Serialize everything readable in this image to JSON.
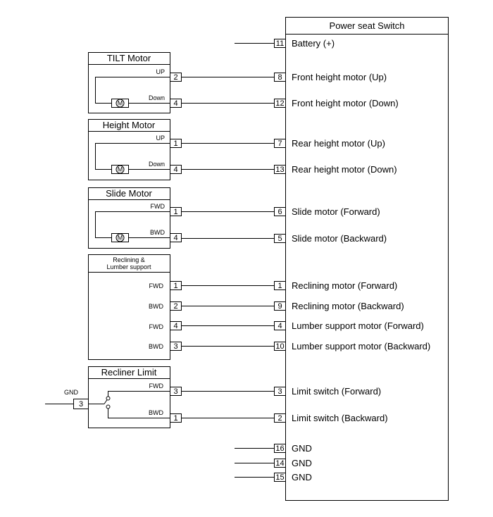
{
  "switch": {
    "title": "Power seat Switch",
    "pins": [
      {
        "pin": "11",
        "label": "Battery (+)"
      },
      {
        "pin": "8",
        "label": "Front height motor (Up)"
      },
      {
        "pin": "12",
        "label": "Front height motor (Down)"
      },
      {
        "pin": "7",
        "label": "Rear height motor (Up)"
      },
      {
        "pin": "13",
        "label": "Rear height motor (Down)"
      },
      {
        "pin": "6",
        "label": "Slide motor (Forward)"
      },
      {
        "pin": "5",
        "label": "Slide motor (Backward)"
      },
      {
        "pin": "1",
        "label": "Reclining motor (Forward)"
      },
      {
        "pin": "9",
        "label": "Reclining motor (Backward)"
      },
      {
        "pin": "4",
        "label": "Lumber support motor (Forward)"
      },
      {
        "pin": "10",
        "label": "Lumber support motor (Backward)"
      },
      {
        "pin": "3",
        "label": "Limit switch (Forward)"
      },
      {
        "pin": "2",
        "label": "Limit switch (Backward)"
      },
      {
        "pin": "16",
        "label": "GND"
      },
      {
        "pin": "14",
        "label": "GND"
      },
      {
        "pin": "15",
        "label": "GND"
      }
    ]
  },
  "components": {
    "tilt": {
      "title": "TILT Motor",
      "motor_symbol": "M",
      "pins": [
        {
          "pin": "2",
          "label": "UP"
        },
        {
          "pin": "4",
          "label": "Down"
        }
      ]
    },
    "height": {
      "title": "Height Motor",
      "motor_symbol": "M",
      "pins": [
        {
          "pin": "1",
          "label": "UP"
        },
        {
          "pin": "4",
          "label": "Down"
        }
      ]
    },
    "slide": {
      "title": "Slide Motor",
      "motor_symbol": "M",
      "pins": [
        {
          "pin": "1",
          "label": "FWD"
        },
        {
          "pin": "4",
          "label": "BWD"
        }
      ]
    },
    "recline": {
      "title_line1": "Reclining &",
      "title_line2": "Lumber support",
      "pins": [
        {
          "pin": "1",
          "label": "FWD"
        },
        {
          "pin": "2",
          "label": "BWD"
        },
        {
          "pin": "4",
          "label": "FWD"
        },
        {
          "pin": "3",
          "label": "BWD"
        }
      ]
    },
    "limit": {
      "title": "Recliner Limit",
      "pins": [
        {
          "pin": "3",
          "label": "FWD"
        },
        {
          "pin": "1",
          "label": "BWD"
        }
      ]
    }
  },
  "ground": {
    "label": "GND",
    "pin": "3"
  }
}
